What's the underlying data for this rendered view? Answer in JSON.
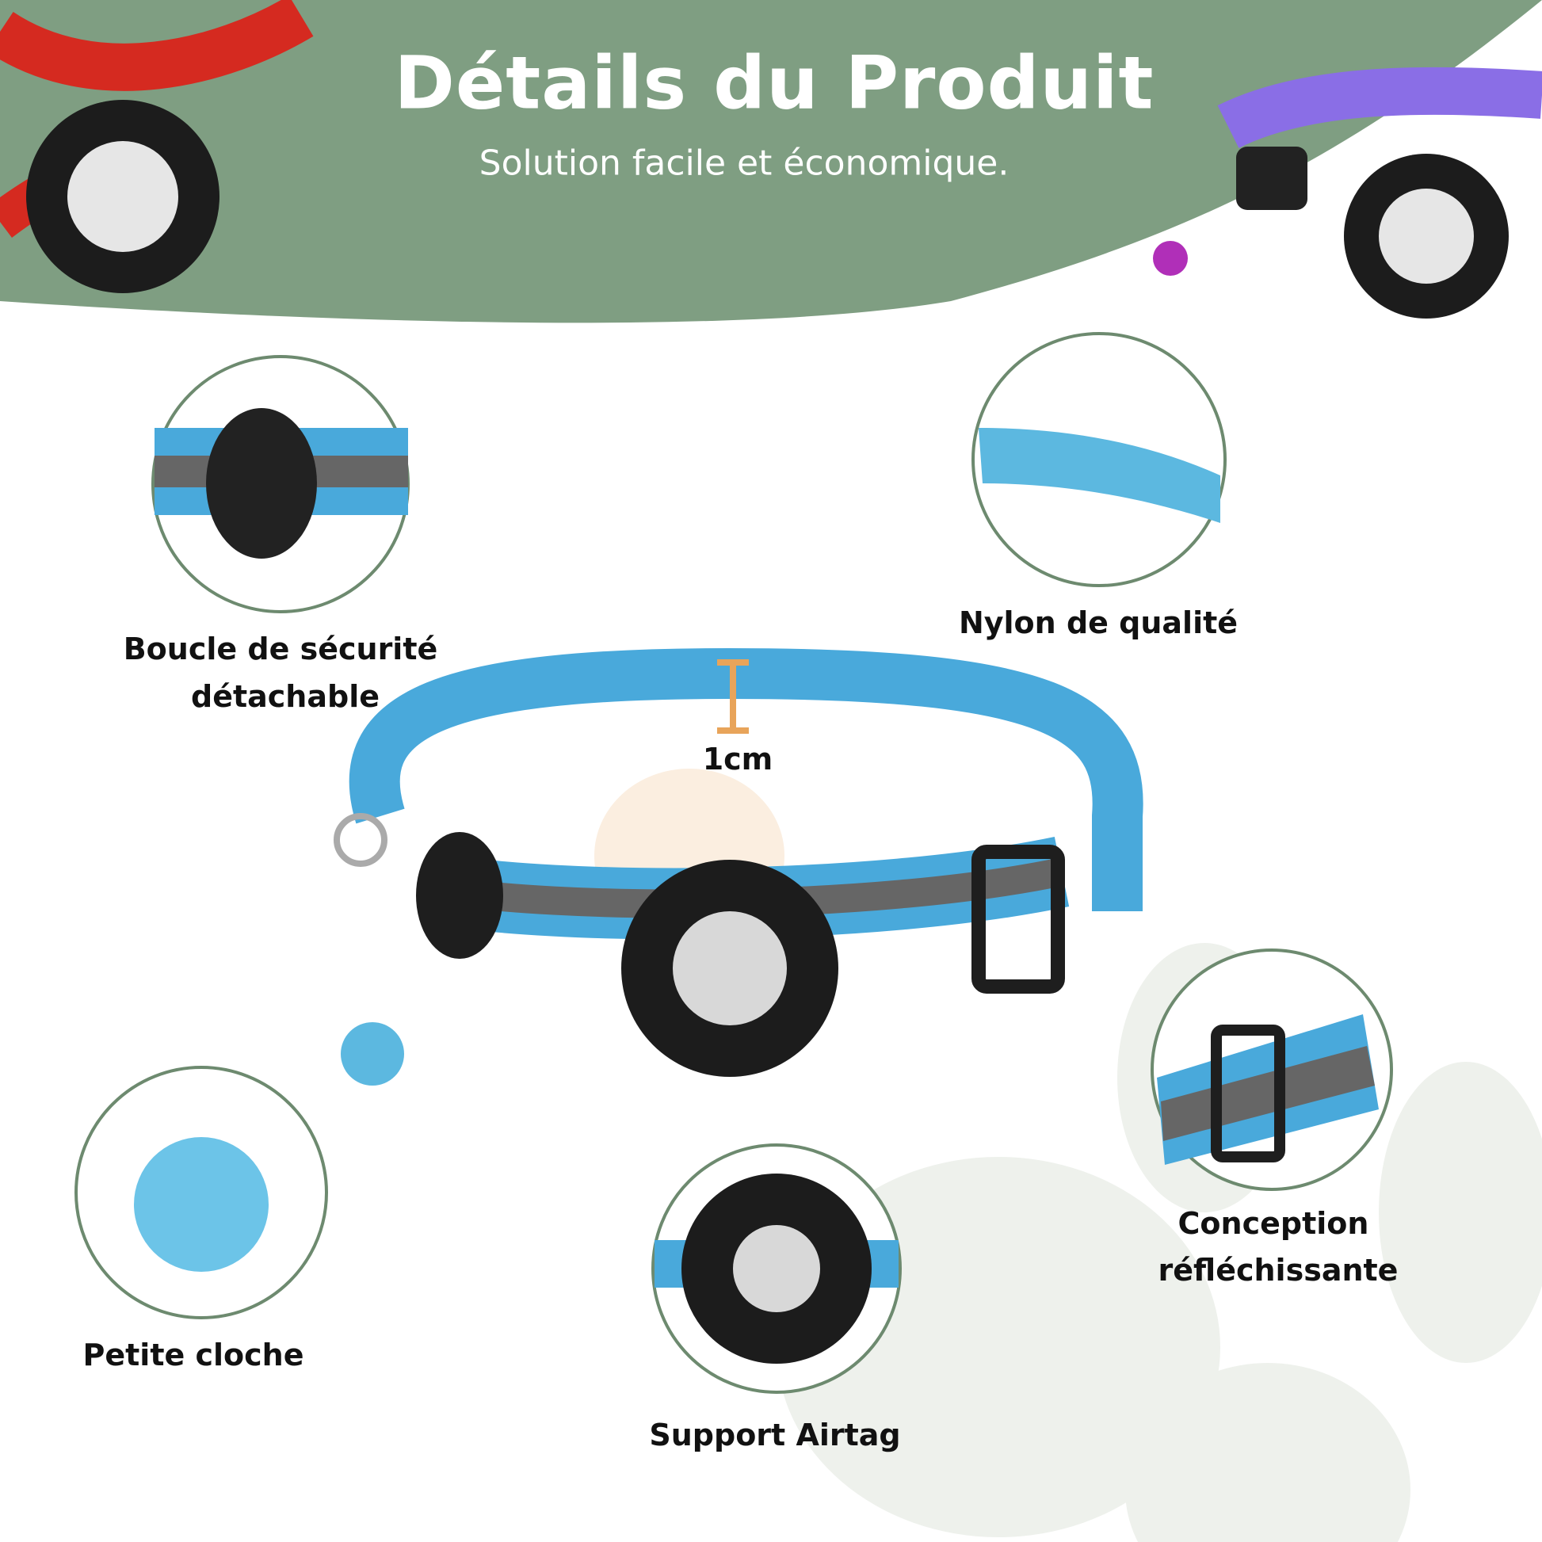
{
  "header": {
    "title": "Détails du Produit",
    "subtitle": "Solution facile et économique."
  },
  "measure": {
    "label": "1cm"
  },
  "features": [
    {
      "line1": "Boucle de sécurité",
      "line2": "détachable"
    },
    {
      "line1": "Nylon de qualité"
    },
    {
      "line1": "Petite cloche"
    },
    {
      "line1": "Conception",
      "line2": "réfléchissante"
    },
    {
      "line1": "Support Airtag"
    }
  ],
  "colors": {
    "header_green": "#7f9e82",
    "ring_green": "#6d8a6f",
    "collar_blue": "#49a9db",
    "measure_orange": "#e8a45a"
  }
}
